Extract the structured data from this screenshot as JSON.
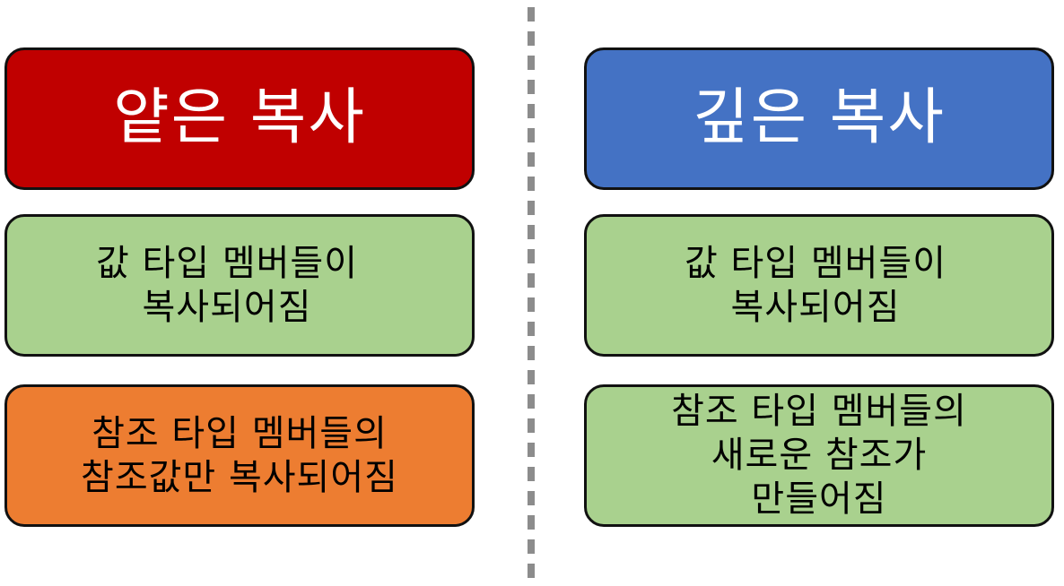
{
  "colors": {
    "shallow_header": "#c00000",
    "deep_header": "#4472c4",
    "green_box": "#a9d18e",
    "orange_box": "#ed7d31",
    "divider": "#8c8c8c"
  },
  "shallow_copy": {
    "title": "얕은 복사",
    "value_types": "값 타입 멤버들이\n복사되어짐",
    "reference_types": "참조 타입 멤버들의\n참조값만 복사되어짐"
  },
  "deep_copy": {
    "title": "깊은 복사",
    "value_types": "값 타입 멤버들이\n복사되어짐",
    "reference_types": "참조 타입 멤버들의\n새로운 참조가\n만들어짐"
  }
}
